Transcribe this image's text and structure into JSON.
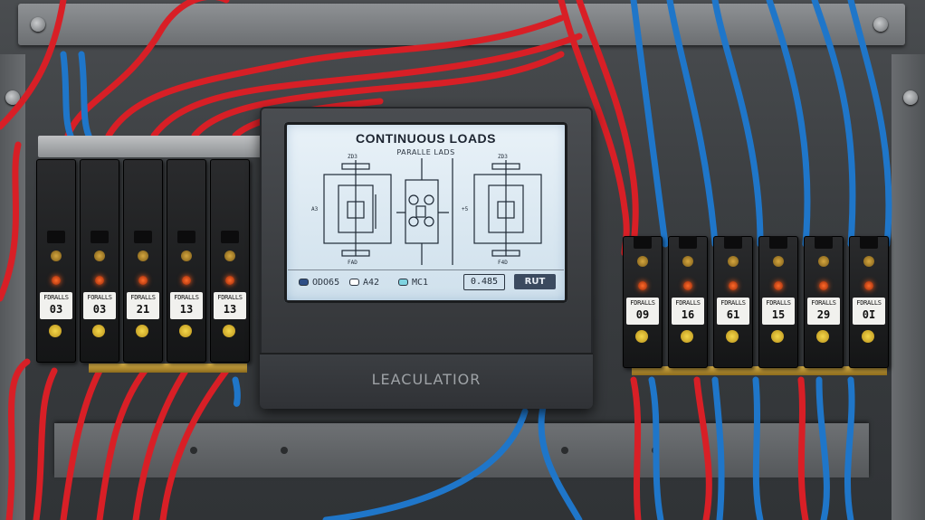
{
  "screen": {
    "title": "CONTINUOUS LOADS",
    "subtitle": "PARALLE LADS",
    "options": [
      {
        "label": "ODO65",
        "marker_color": "#2f4f86"
      },
      {
        "label": "A42",
        "marker_color": "#ffffff"
      },
      {
        "label": "MC1",
        "marker_color": "#7fd3e0"
      }
    ],
    "value": "0.485",
    "run_label": "RUT",
    "diagram_labels": {
      "left_top": "ZD3",
      "left_side": "A3",
      "left_bottom": "FAD",
      "right_top": "ZD3",
      "right_side": "+5",
      "right_bottom": "F4D"
    }
  },
  "device": {
    "brand": "LEACULATIOR"
  },
  "left_breakers": [
    {
      "top": "FDRALLS",
      "num": "03"
    },
    {
      "top": "FORALLS",
      "num": "03"
    },
    {
      "top": "FDRALLS",
      "num": "21"
    },
    {
      "top": "FDRALLS",
      "num": "13"
    },
    {
      "top": "FDRALLS",
      "num": "13"
    }
  ],
  "right_breakers": [
    {
      "top": "FDRALLS",
      "num": "09"
    },
    {
      "top": "FDRALLS",
      "num": "16"
    },
    {
      "top": "FDRALLS",
      "num": "61"
    },
    {
      "top": "FDRALLS",
      "num": "15"
    },
    {
      "top": "FORALLS",
      "num": "29"
    },
    {
      "top": "FDRALLS",
      "num": "0I"
    }
  ],
  "colors": {
    "wire_red": "#d81f26",
    "wire_blue": "#1f76c9",
    "led": "#ff5a1a",
    "busbar": "#d9b24a"
  }
}
